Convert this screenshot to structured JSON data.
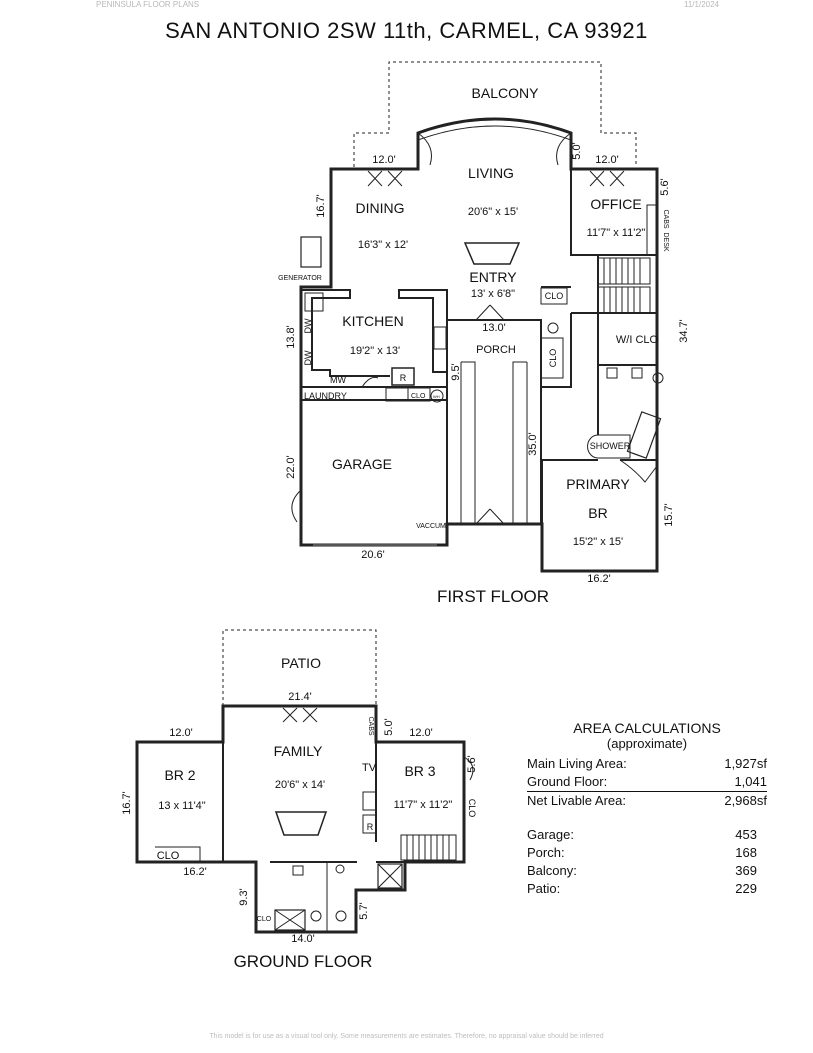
{
  "header": {
    "company": "PENINSULA FLOOR PLANS",
    "date": "11/1/2024",
    "address": "SAN ANTONIO 2SW 11th, CARMEL, CA  93921"
  },
  "footer": {
    "disclaimer": "This model is for use as a visual tool only. Some measurements are estimates. Therefore, no appraisal value should be inferred"
  },
  "first_floor": {
    "label": "FIRST FLOOR",
    "balcony": "BALCONY",
    "living": {
      "name": "LIVING",
      "dims": "20'6\" x 15'"
    },
    "dining": {
      "name": "DINING",
      "dims": "16'3\" x 12'"
    },
    "office": {
      "name": "OFFICE",
      "dims": "11'7\" x 11'2\""
    },
    "entry": {
      "name": "ENTRY",
      "dims": "13' x 6'8\""
    },
    "kitchen": {
      "name": "KITCHEN",
      "dims": "19'2\" x 13'"
    },
    "porch": "PORCH",
    "wi_clo": "W/I CLO",
    "garage": "GARAGE",
    "primary": {
      "name1": "PRIMARY",
      "name2": "BR",
      "dims": "15'2\" x 15'"
    },
    "generator": "GENERATOR",
    "laundry": "LAUNDRY",
    "shower": "SHOWER",
    "vaccum": "VACCUM",
    "clo": "CLO",
    "cabs": "CABS",
    "desk": "DESK",
    "dw": "DW",
    "mw": "MW",
    "r": "R",
    "wh": "WH",
    "dim_dining_w": "12.0'",
    "dim_balc_5": "5.0'",
    "dim_office_w": "12.0'",
    "dim_office_5_6": "5.6'",
    "dim_dining_h": "16.7'",
    "dim_kitchen_h": "13.8'",
    "dim_porch_w": "13.0'",
    "dim_porch_h": "9.5'",
    "dim_right_h": "34.7'",
    "dim_garage_h": "22.0'",
    "dim_walk_h": "35.0'",
    "dim_garage_w": "20.6'",
    "dim_primary_h": "15.7'",
    "dim_primary_w": "16.2'"
  },
  "ground_floor": {
    "label": "GROUND FLOOR",
    "patio": "PATIO",
    "family": {
      "name": "FAMILY",
      "dims": "20'6\" x 14'"
    },
    "br2": {
      "name": "BR 2",
      "dims": "13 x 11'4\""
    },
    "br3": {
      "name": "BR 3",
      "dims": "11'7\" x 11'2\""
    },
    "tv": "TV",
    "clo": "CLO",
    "cabs": "CABS",
    "r": "R",
    "dim_family_w": "21.4'",
    "dim_br2_w": "12.0'",
    "dim_cabs_5": "5.0'",
    "dim_br3_w": "12.0'",
    "dim_br3_5_6": "5.6'",
    "dim_br2_h": "16.7'",
    "dim_br2_bottom": "16.2'",
    "dim_bath_h": "9.3'",
    "dim_bath_5_7": "5.7'",
    "dim_bath_w": "14.0'"
  },
  "area_calculations": {
    "title": "AREA CALCULATIONS",
    "subtitle": "(approximate)",
    "rows": [
      {
        "label": "Main Living Area:",
        "value": "1,927sf"
      },
      {
        "label": "Ground Floor:",
        "value": "1,041"
      },
      {
        "label": "Net Livable Area:",
        "value": "2,968sf"
      }
    ],
    "extras": [
      {
        "label": "Garage:",
        "value": "453"
      },
      {
        "label": "Porch:",
        "value": "168"
      },
      {
        "label": "Balcony:",
        "value": "369"
      },
      {
        "label": "Patio:",
        "value": "229"
      }
    ]
  }
}
